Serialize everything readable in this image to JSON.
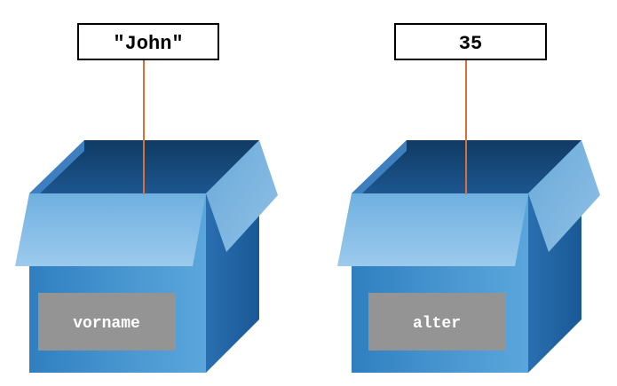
{
  "variables": [
    {
      "name": "vorname",
      "value": "\"John\""
    },
    {
      "name": "alter",
      "value": "35"
    }
  ]
}
